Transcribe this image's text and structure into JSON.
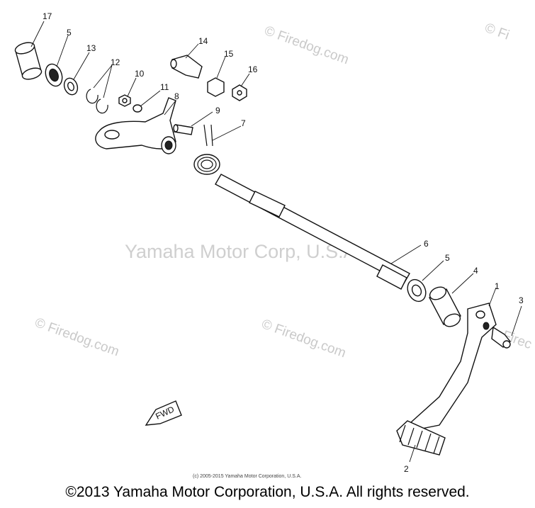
{
  "watermarks": {
    "main": "Yamaha Motor Corp, U.S.A.",
    "firedog": "© Firedog.com",
    "firedog_partial_1": "© Fi",
    "firedog_partial_2": "Firec"
  },
  "fwd_label": "FWD",
  "small_copyright": "(c) 2005-2015 Yamaha Motor Corporation, U.S.A.",
  "footer": "©2013 Yamaha Motor Corporation, U.S.A. All rights reserved.",
  "callouts": {
    "c17": "17",
    "c5a": "5",
    "c13": "13",
    "c12": "12",
    "c10": "10",
    "c11": "11",
    "c8": "8",
    "c9": "9",
    "c7": "7",
    "c14": "14",
    "c15": "15",
    "c16": "16",
    "c6": "6",
    "c5b": "5",
    "c4": "4",
    "c1": "1",
    "c3": "3",
    "c2": "2"
  }
}
